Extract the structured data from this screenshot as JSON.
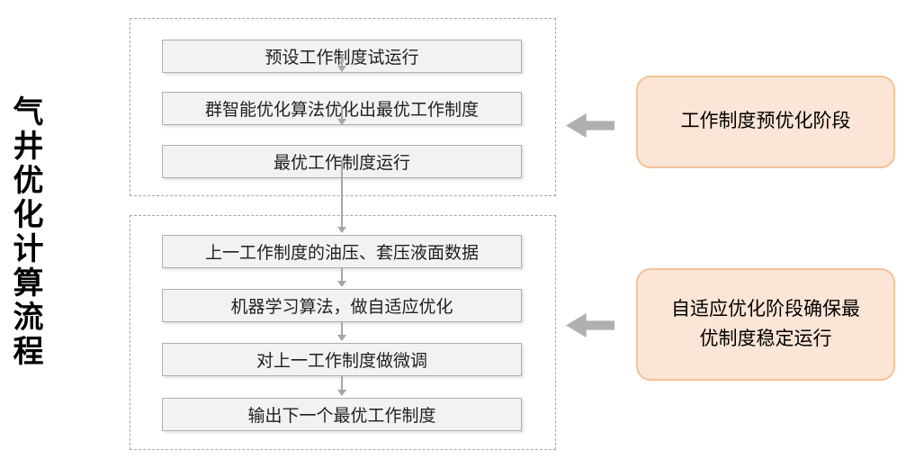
{
  "title": "气井优化计算流程",
  "stage1": {
    "steps": [
      "预设工作制度试运行",
      "群智能优化算法优化出最优工作制度",
      "最优工作制度运行"
    ],
    "callout": "工作制度预优化阶段"
  },
  "stage2": {
    "steps": [
      "上一工作制度的油压、套压液面数据",
      "机器学习算法，做自适应优化",
      "对上一工作制度做微调",
      "输出下一个最优工作制度"
    ],
    "callout": "自适应优化阶段确保最优制度稳定运行"
  },
  "colors": {
    "box_fill": "#f2f2f2",
    "box_border": "#aeaeae",
    "container_border": "#a6a6a6",
    "connector": "#a6a6a6",
    "block_arrow": "#b0b0b0",
    "callout_fill": "#fbe5d6",
    "callout_border": "#f4c296",
    "text": "#000000"
  }
}
